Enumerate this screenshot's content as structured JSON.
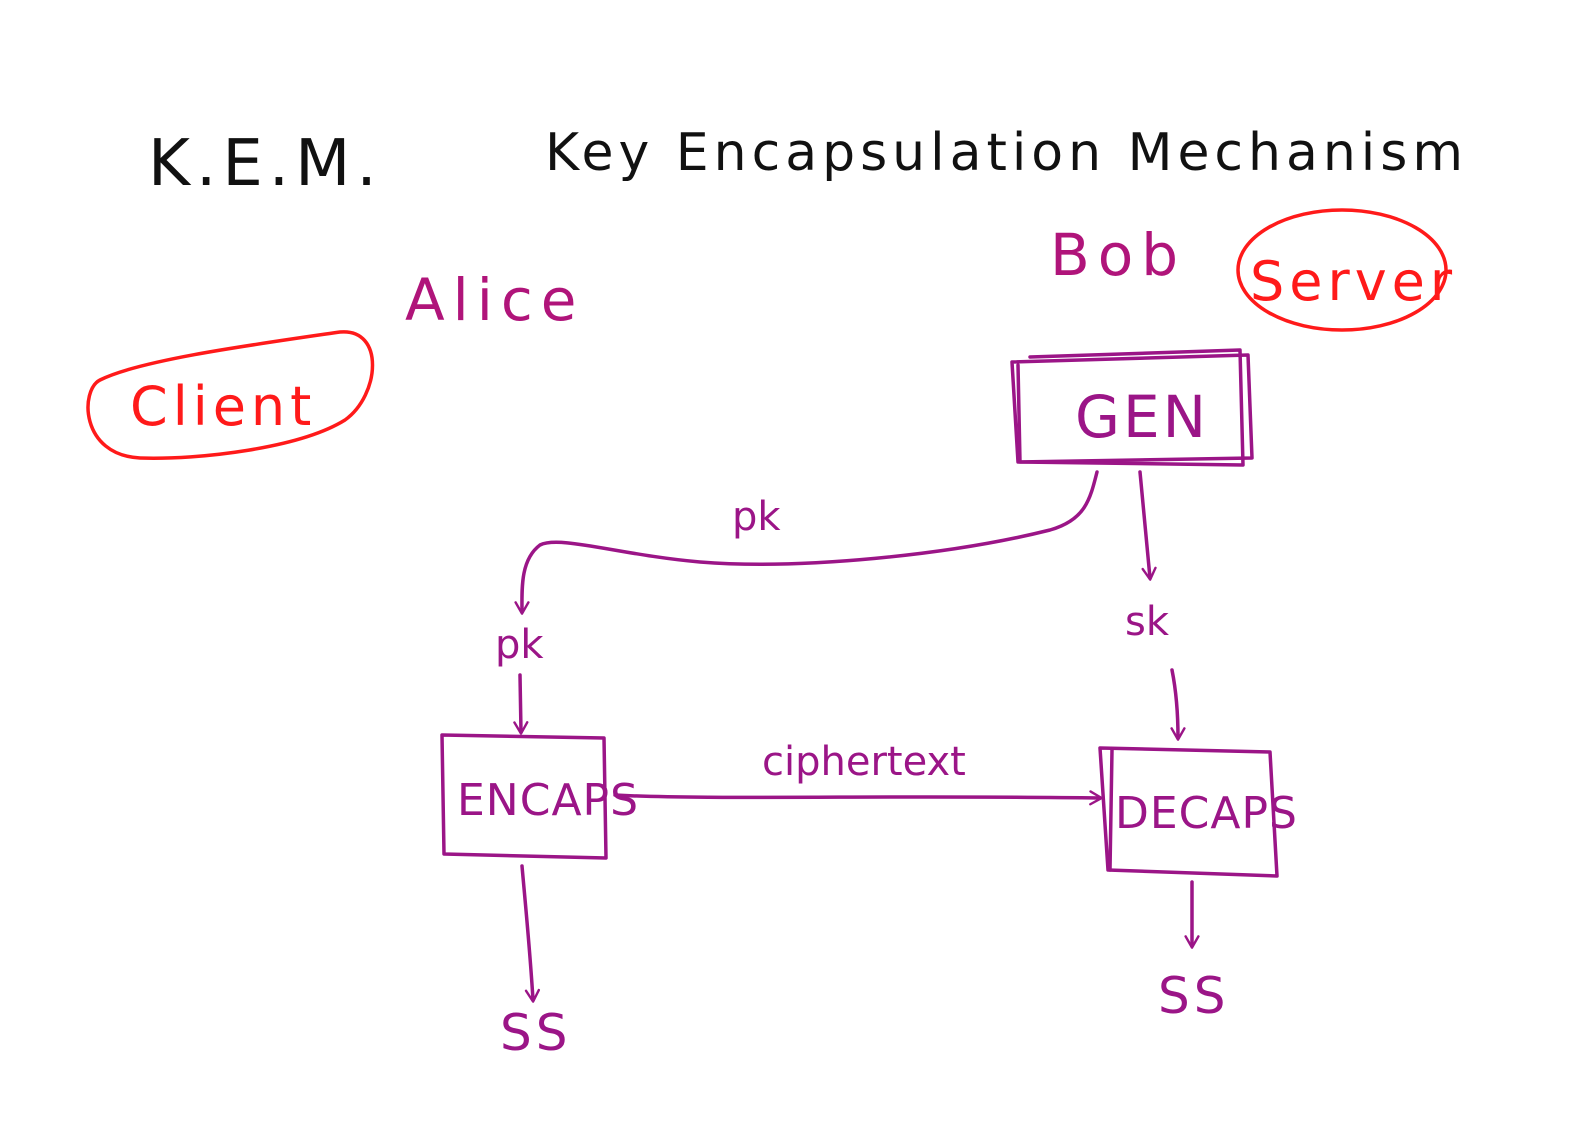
{
  "title": {
    "abbreviation": "K.E.M.",
    "full_name": "Key Encapsulation Mechanism"
  },
  "parties": {
    "client": {
      "name": "Alice",
      "role": "Client"
    },
    "server": {
      "name": "Bob",
      "role": "Server"
    }
  },
  "boxes": {
    "gen": "GEN",
    "encaps": "ENCAPS",
    "decaps": "DECAPS"
  },
  "labels": {
    "pk_transfer": "pk",
    "pk_input": "pk",
    "sk": "sk",
    "ciphertext": "ciphertext",
    "ss_client": "SS",
    "ss_server": "SS"
  },
  "colors": {
    "ink_black": "#111111",
    "ink_purple": "#9b1587",
    "ink_red": "#ff1a1a",
    "background": "#ffffff"
  }
}
